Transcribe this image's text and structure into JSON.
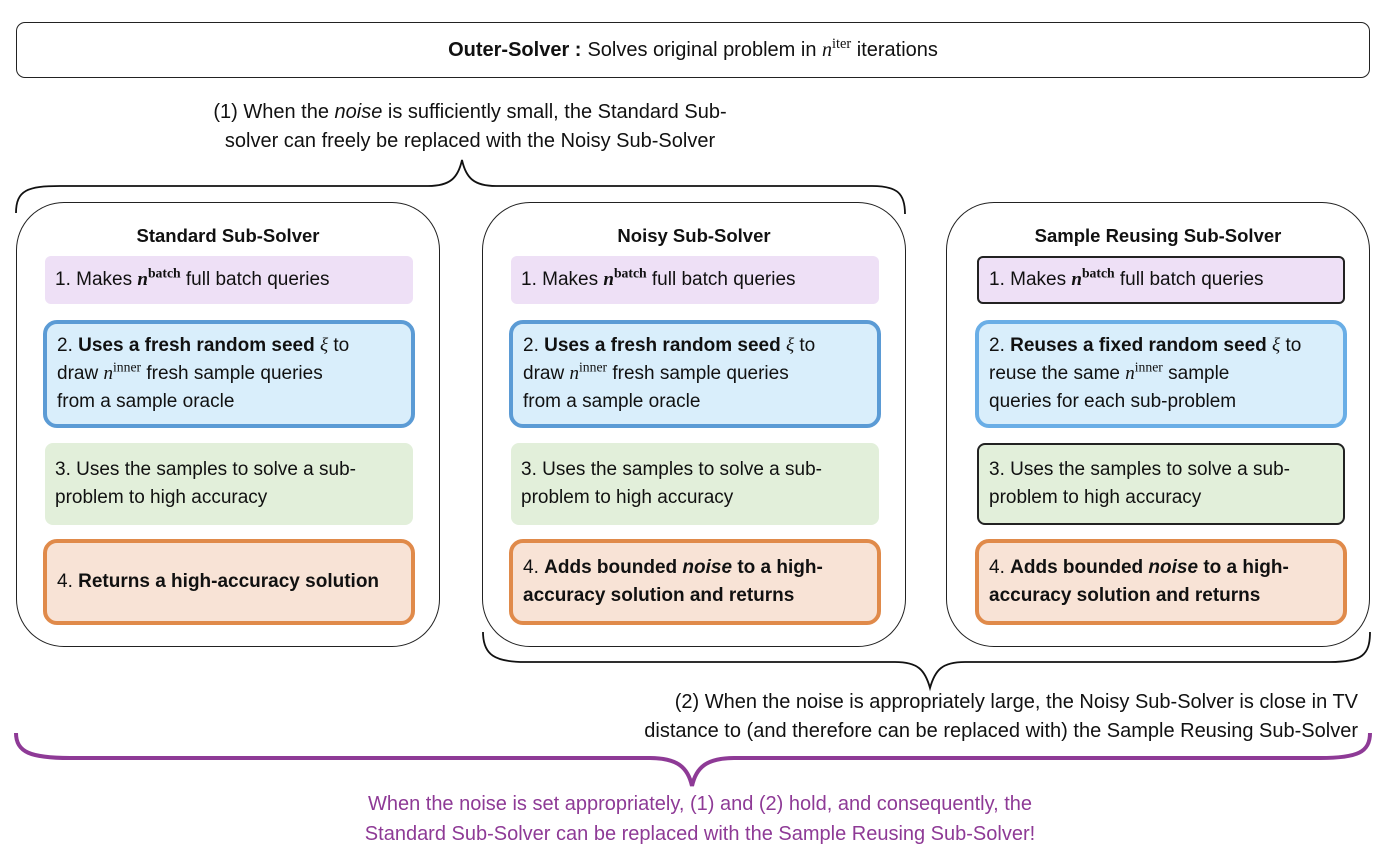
{
  "outer_solver": {
    "label": "Outer-Solver :",
    "text_before": "Solves original problem in",
    "symbol": "n",
    "superscript": "iter",
    "text_after": "iterations"
  },
  "note_1": {
    "line1_prefix": "(1) When the",
    "line1_emph": "noise",
    "line1_suffix": "is sufficiently small, the Standard Sub-",
    "line2": "solver can freely be replaced with the Noisy Sub-Solver"
  },
  "note_2": {
    "line1": "(2)  When the noise is appropriately large, the Noisy Sub-Solver is close in TV",
    "line2": "distance to (and therefore can be replaced with) the Sample Reusing Sub-Solver"
  },
  "conclusion": {
    "line1": "When the noise is set appropriately,  (1) and (2) hold, and consequently, the",
    "line2": "Standard Sub-Solver can be replaced with the Sample Reusing Sub-Solver!"
  },
  "panels": {
    "standard": {
      "title": "Standard Sub-Solver",
      "s1_pre": "1. Makes",
      "s1_sym": "n",
      "s1_sup": "batch",
      "s1_post": "full batch queries",
      "s2_num": "2.",
      "s2_bold": "Uses a fresh random seed",
      "s2_sym": "ξ",
      "s2_to": "to",
      "s2_draw": "draw",
      "s2_sym2": "n",
      "s2_sup": "inner",
      "s2_rest": "fresh sample queries",
      "s2_line3": "from a sample oracle",
      "s3": "3. Uses the samples to solve a sub-problem to high accuracy",
      "s4_num": "4.",
      "s4_text": "Returns a high-accuracy solution"
    },
    "noisy": {
      "title": "Noisy Sub-Solver",
      "s1_pre": "1. Makes",
      "s1_sym": "n",
      "s1_sup": "batch",
      "s1_post": "full batch queries",
      "s2_num": "2.",
      "s2_bold": "Uses a fresh random seed",
      "s2_sym": "ξ",
      "s2_to": "to",
      "s2_draw": "draw",
      "s2_sym2": "n",
      "s2_sup": "inner",
      "s2_rest": "fresh sample queries",
      "s2_line3": "from a sample oracle",
      "s3": "3. Uses the samples to solve a sub-problem to high accuracy",
      "s4_num": "4.",
      "s4_pre": "Adds bounded",
      "s4_emph": "noise",
      "s4_post": "to a high-accuracy solution and returns"
    },
    "reusing": {
      "title": "Sample Reusing Sub-Solver",
      "s1_pre": "1. Makes",
      "s1_sym": "n",
      "s1_sup": "batch",
      "s1_post": "full batch queries",
      "s2_num": "2.",
      "s2_bold": "Reuses a fixed random seed",
      "s2_sym": "ξ",
      "s2_to": "to",
      "s2_reuse": "reuse the same",
      "s2_sym2": "n",
      "s2_sup": "inner",
      "s2_rest": "sample",
      "s2_line3": "queries for each sub-problem",
      "s3": "3. Uses the samples to solve a sub-problem to high accuracy",
      "s4_num": "4.",
      "s4_pre": "Adds bounded",
      "s4_emph": "noise",
      "s4_post": "to a high-accuracy solution and returns"
    }
  },
  "colors": {
    "purple_step": "#eee0f6",
    "blue_step": "#d9eefb",
    "blue_border": "#5b9bd5",
    "green_step": "#e2efda",
    "orange_step": "#f8e3d6",
    "orange_border": "#e08a4a",
    "conclusion_text": "#8e3a96"
  }
}
